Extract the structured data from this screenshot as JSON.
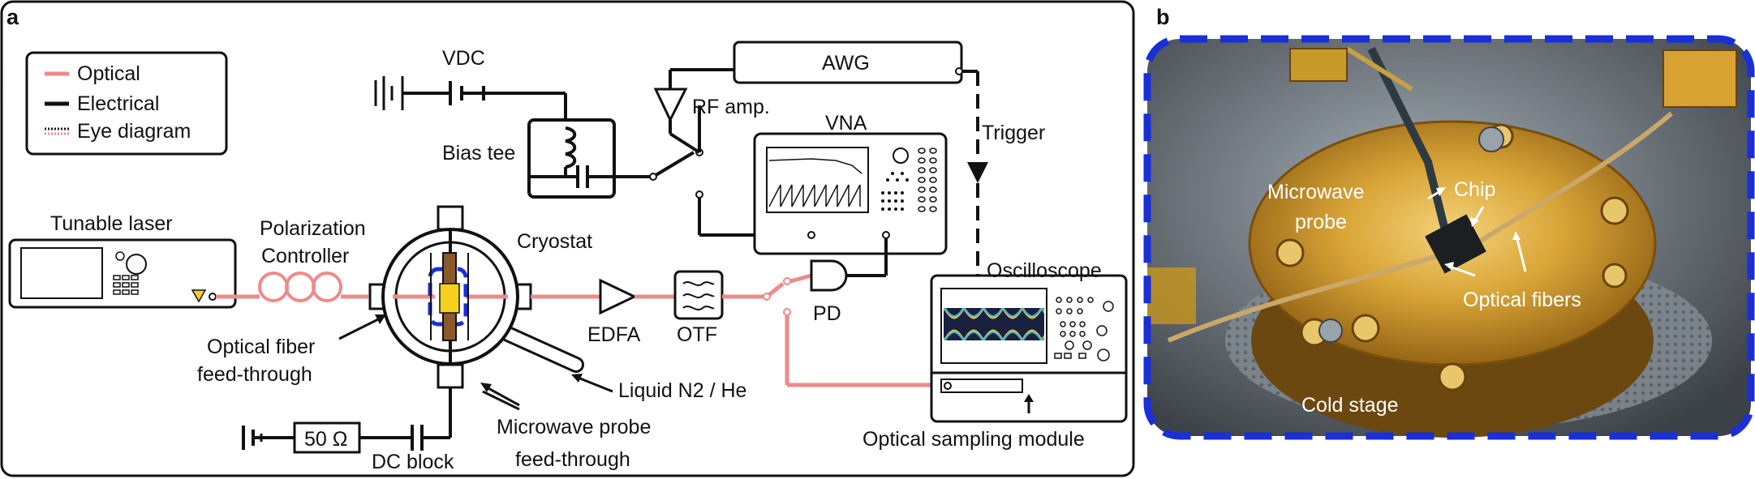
{
  "panels": {
    "a": "a",
    "b": "b"
  },
  "legend": {
    "optical": "Optical",
    "electrical": "Electrical",
    "eye": "Eye diagram"
  },
  "labels": {
    "vdc": "VDC",
    "awg": "AWG",
    "rf_amp": "RF amp.",
    "vna": "VNA",
    "trigger": "Trigger",
    "bias_tee": "Bias tee",
    "tunable_laser": "Tunable laser",
    "pol_ctrl_1": "Polarization",
    "pol_ctrl_2": "Controller",
    "cryostat": "Cryostat",
    "edfa": "EDFA",
    "otf": "OTF",
    "pd": "PD",
    "oscilloscope": "Oscilloscope",
    "fiber_ft_1": "Optical fiber",
    "fiber_ft_2": "feed-through",
    "liquid": "Liquid N2 / He",
    "resistor": "50 Ω",
    "dc_block": "DC block",
    "mw_ft_1": "Microwave probe",
    "mw_ft_2": "feed-through",
    "sampling_module": "Optical sampling module"
  },
  "photo": {
    "microwave_probe_1": "Microwave",
    "microwave_probe_2": "probe",
    "chip": "Chip",
    "optical_fibers": "Optical fibers",
    "cold_stage": "Cold stage"
  },
  "colors": {
    "optical": "#f08a8a",
    "electrical": "#111111",
    "photo_frame": "#1a2fd6",
    "gold": "#c8961e"
  }
}
